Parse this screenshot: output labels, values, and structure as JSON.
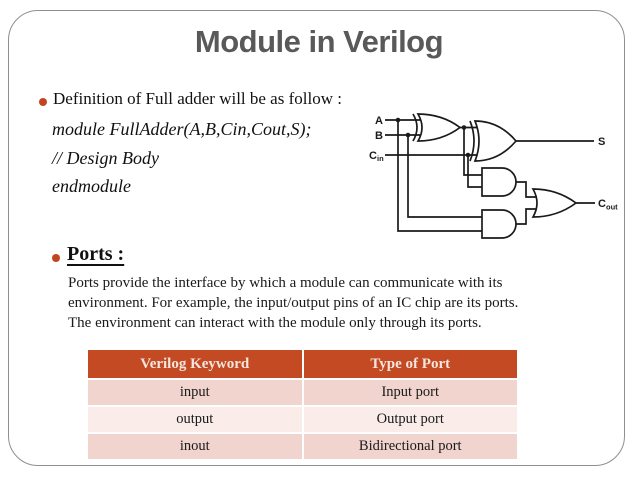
{
  "slide": {
    "title": "Module in Verilog",
    "definition_bullet": "Definition of Full adder will be as follow :",
    "code": {
      "line1": "module FullAdder(A,B,Cin,Cout,S);",
      "line2": "// Design Body",
      "line3": "endmodule"
    },
    "ports_heading": "Ports :",
    "ports_paragraph": {
      "line1": "Ports provide the interface by which a module can communicate with its",
      "line2": "environment. For example, the input/output pins of an IC chip are its ports.",
      "line3": "The environment can interact with the module only through its ports."
    },
    "circuit": {
      "input_a": "A",
      "input_b": "B",
      "input_c": "C",
      "input_c_sub": "in",
      "output_s": "S",
      "output_c": "C",
      "output_c_sub": "out"
    },
    "table": {
      "headers": [
        "Verilog Keyword",
        "Type of Port"
      ],
      "rows": [
        [
          "input",
          "Input port"
        ],
        [
          "output",
          "Output port"
        ],
        [
          "inout",
          "Bidirectional port"
        ]
      ]
    },
    "colors": {
      "accent_bullet": "#C2451F",
      "table_header_bg": "#C34A22",
      "table_row_pink": "#F0D4CD",
      "table_row_light": "#F9ECE9",
      "title_gray": "#595959",
      "frame_border": "#8F8F8F"
    }
  }
}
